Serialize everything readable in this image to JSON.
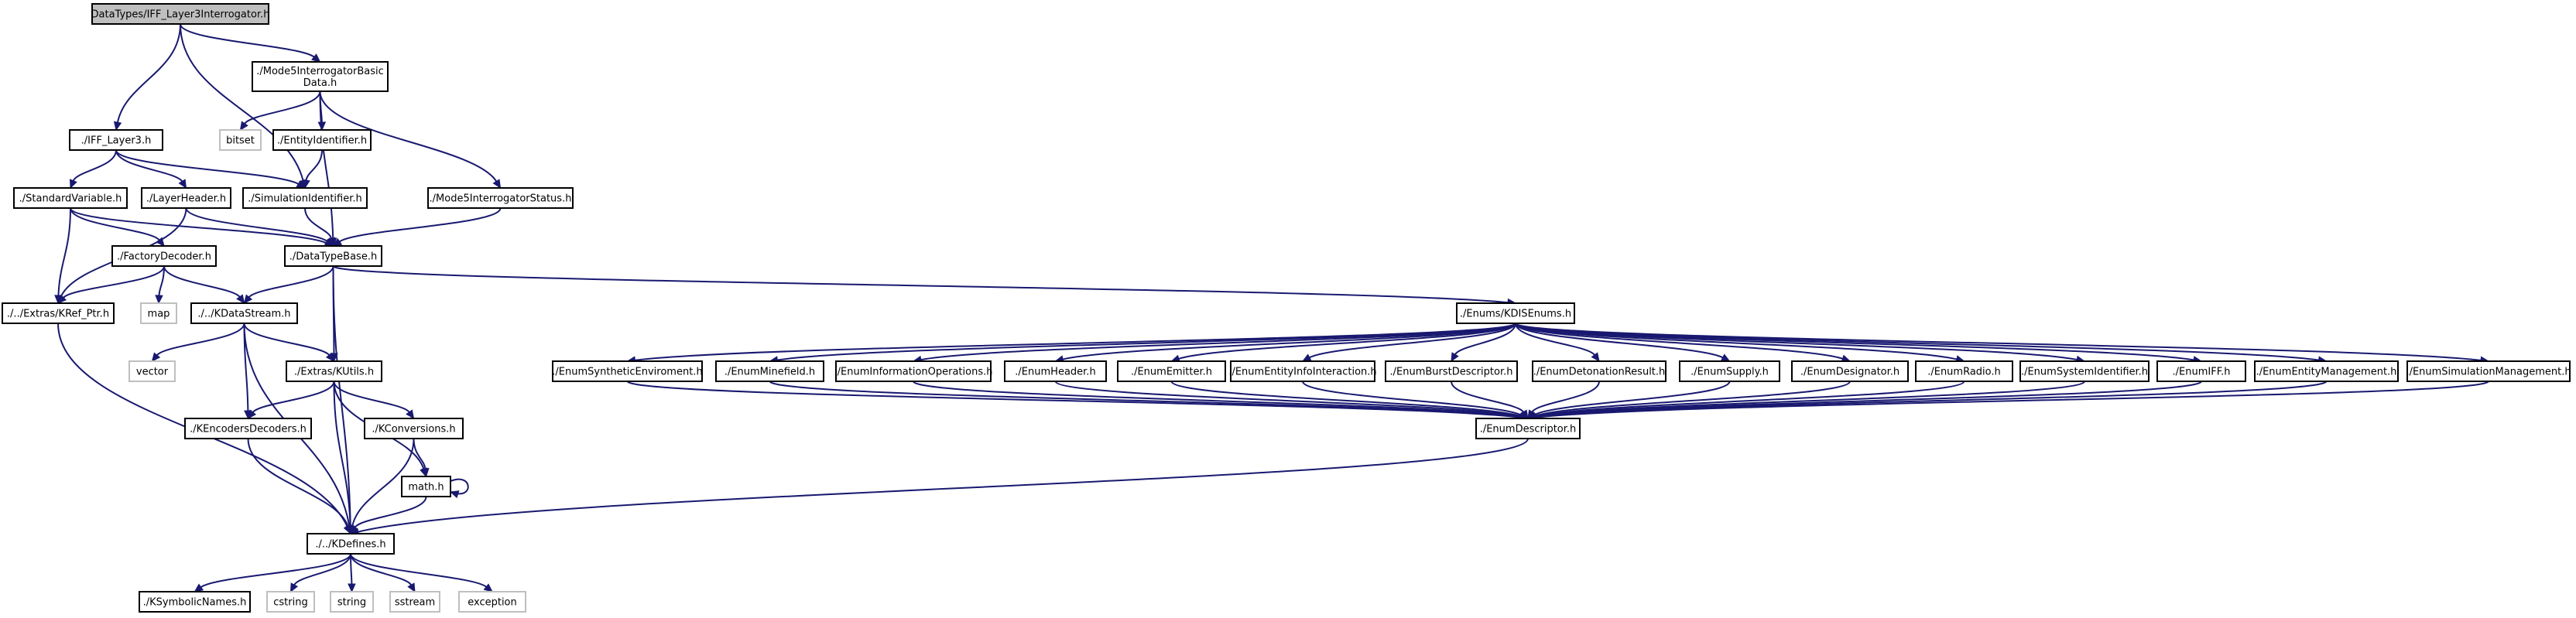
{
  "graph": {
    "nodes": {
      "root": "DataTypes/IFF_Layer3Interrogator.h",
      "mode5basic": "./Mode5InterrogatorBasic\nData.h",
      "iff_layer3": "./IFF_Layer3.h",
      "bitset": "bitset",
      "entity_identifier": "./EntityIdentifier.h",
      "standard_variable": "./StandardVariable.h",
      "layer_header": "./LayerHeader.h",
      "simulation_identifier": "./SimulationIdentifier.h",
      "mode5status": "./Mode5InterrogatorStatus.h",
      "factory_decoder": "./FactoryDecoder.h",
      "datatypebase": "./DataTypeBase.h",
      "kref_ptr": "./../Extras/KRef_Ptr.h",
      "map": "map",
      "kdatastream": "./../KDataStream.h",
      "kdisenums": "./Enums/KDISEnums.h",
      "vector": "vector",
      "kutils": "./Extras/KUtils.h",
      "kencoders": "./KEncodersDecoders.h",
      "kconversions": "./KConversions.h",
      "math": "math.h",
      "kdefines": "./../KDefines.h",
      "ksymbolic": "./KSymbolicNames.h",
      "cstring": "cstring",
      "string": "string",
      "sstream": "sstream",
      "exception": "exception",
      "e_synthetic": "./EnumSyntheticEnviroment.h",
      "e_minefield": "./EnumMinefield.h",
      "e_infoops": "./EnumInformationOperations.h",
      "e_header": "./EnumHeader.h",
      "e_emitter": "./EnumEmitter.h",
      "e_entityinfo": "./EnumEntityInfoInteraction.h",
      "e_burst": "./EnumBurstDescriptor.h",
      "e_detonation": "./EnumDetonationResult.h",
      "e_supply": "./EnumSupply.h",
      "e_designator": "./EnumDesignator.h",
      "e_radio": "./EnumRadio.h",
      "e_systemid": "./EnumSystemIdentifier.h",
      "e_iff": "./EnumIFF.h",
      "e_entitymgmt": "./EnumEntityManagement.h",
      "e_simmgmt": "./EnumSimulationManagement.h",
      "enumdescriptor": "./EnumDescriptor.h"
    },
    "edges": [
      [
        "root",
        "mode5basic"
      ],
      [
        "root",
        "iff_layer3"
      ],
      [
        "root",
        "simulation_identifier"
      ],
      [
        "mode5basic",
        "bitset"
      ],
      [
        "mode5basic",
        "entity_identifier"
      ],
      [
        "mode5basic",
        "datatypebase"
      ],
      [
        "mode5basic",
        "mode5status"
      ],
      [
        "entity_identifier",
        "simulation_identifier"
      ],
      [
        "iff_layer3",
        "standard_variable"
      ],
      [
        "iff_layer3",
        "layer_header"
      ],
      [
        "iff_layer3",
        "simulation_identifier"
      ],
      [
        "standard_variable",
        "factory_decoder"
      ],
      [
        "standard_variable",
        "kref_ptr"
      ],
      [
        "standard_variable",
        "datatypebase"
      ],
      [
        "layer_header",
        "kref_ptr"
      ],
      [
        "layer_header",
        "datatypebase"
      ],
      [
        "simulation_identifier",
        "datatypebase"
      ],
      [
        "mode5status",
        "datatypebase"
      ],
      [
        "factory_decoder",
        "kref_ptr"
      ],
      [
        "factory_decoder",
        "map"
      ],
      [
        "factory_decoder",
        "kdatastream"
      ],
      [
        "datatypebase",
        "kdatastream"
      ],
      [
        "datatypebase",
        "kutils"
      ],
      [
        "datatypebase",
        "kdisenums"
      ],
      [
        "datatypebase",
        "kdefines"
      ],
      [
        "kref_ptr",
        "kdefines"
      ],
      [
        "kdatastream",
        "vector"
      ],
      [
        "kdatastream",
        "kutils"
      ],
      [
        "kdatastream",
        "kencoders"
      ],
      [
        "kdatastream",
        "kdefines"
      ],
      [
        "kutils",
        "kencoders"
      ],
      [
        "kutils",
        "kconversions"
      ],
      [
        "kutils",
        "math"
      ],
      [
        "kutils",
        "kdefines"
      ],
      [
        "kencoders",
        "kdefines"
      ],
      [
        "kconversions",
        "math"
      ],
      [
        "kconversions",
        "kdefines"
      ],
      [
        "math",
        "math"
      ],
      [
        "math",
        "kdefines"
      ],
      [
        "kdefines",
        "ksymbolic"
      ],
      [
        "kdefines",
        "cstring"
      ],
      [
        "kdefines",
        "string"
      ],
      [
        "kdefines",
        "sstream"
      ],
      [
        "kdefines",
        "exception"
      ],
      [
        "kdisenums",
        "e_synthetic"
      ],
      [
        "kdisenums",
        "e_minefield"
      ],
      [
        "kdisenums",
        "e_infoops"
      ],
      [
        "kdisenums",
        "e_header"
      ],
      [
        "kdisenums",
        "e_emitter"
      ],
      [
        "kdisenums",
        "e_entityinfo"
      ],
      [
        "kdisenums",
        "e_burst"
      ],
      [
        "kdisenums",
        "e_detonation"
      ],
      [
        "kdisenums",
        "e_supply"
      ],
      [
        "kdisenums",
        "e_designator"
      ],
      [
        "kdisenums",
        "e_radio"
      ],
      [
        "kdisenums",
        "e_systemid"
      ],
      [
        "kdisenums",
        "e_iff"
      ],
      [
        "kdisenums",
        "e_entitymgmt"
      ],
      [
        "kdisenums",
        "e_simmgmt"
      ],
      [
        "e_synthetic",
        "enumdescriptor"
      ],
      [
        "e_minefield",
        "enumdescriptor"
      ],
      [
        "e_infoops",
        "enumdescriptor"
      ],
      [
        "e_header",
        "enumdescriptor"
      ],
      [
        "e_emitter",
        "enumdescriptor"
      ],
      [
        "e_entityinfo",
        "enumdescriptor"
      ],
      [
        "e_burst",
        "enumdescriptor"
      ],
      [
        "e_detonation",
        "enumdescriptor"
      ],
      [
        "e_supply",
        "enumdescriptor"
      ],
      [
        "e_designator",
        "enumdescriptor"
      ],
      [
        "e_radio",
        "enumdescriptor"
      ],
      [
        "e_systemid",
        "enumdescriptor"
      ],
      [
        "e_iff",
        "enumdescriptor"
      ],
      [
        "e_entitymgmt",
        "enumdescriptor"
      ],
      [
        "e_simmgmt",
        "enumdescriptor"
      ],
      [
        "enumdescriptor",
        "kdefines"
      ]
    ],
    "system_headers": [
      "bitset",
      "map",
      "vector",
      "cstring",
      "string",
      "sstream",
      "exception"
    ],
    "colors": {
      "edge": "#191970",
      "root_fill": "#bfbfbf",
      "node_border": "#000000",
      "system_border": "#bfbfbf"
    }
  }
}
